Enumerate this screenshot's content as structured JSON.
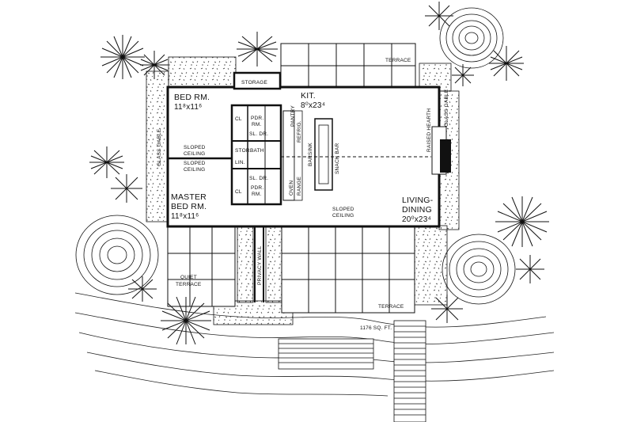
{
  "labels": {
    "bed_room": "BED RM.",
    "bed_room_size": "11⁸x11⁶",
    "kitchen": "KIT.",
    "kitchen_size": "8⁰x23⁴",
    "master_bed": "MASTER",
    "master_bed_2": "BED RM.",
    "master_size": "11⁸x11⁶",
    "living": "LIVING-",
    "dining": "DINING",
    "living_size": "20⁰x23⁴",
    "storage": "STORAGE",
    "terrace_top": "TERRACE",
    "terrace_bottom": "TERRACE",
    "quiet": "QUIET",
    "quiet_terrace": "TERRACE",
    "sloped_1": "SLOPED",
    "sloped_1b": "CEILING",
    "sloped_2": "SLOPED",
    "sloped_2b": "CEILING",
    "sloped_3": "SLOPED",
    "sloped_3b": "CEILING",
    "bath": "BATH",
    "pdr_1": "PDR.",
    "pdr_1b": "RM.",
    "pdr_2": "PDR.",
    "pdr_2b": "RM.",
    "sldr_1": "SL. DR.",
    "sldr_2": "SL. DR.",
    "cl_1": "CL",
    "cl_2": "CL",
    "pantry": "PANTRY",
    "refrig": "REFRIG.",
    "range": "RANGE",
    "oven": "OVEN",
    "barsink": "BARSINK",
    "snack_bar": "SNACK BAR",
    "raised_hearth": "RAISED HEARTH",
    "glass_gable_left": "GLASS GABLE",
    "glass_gable_right": "GLASS GABLE",
    "stor": "STOR.",
    "lin": "LIN.",
    "privacy_wall": "PRIVACY WALL",
    "area": "1176 SQ. FT."
  }
}
